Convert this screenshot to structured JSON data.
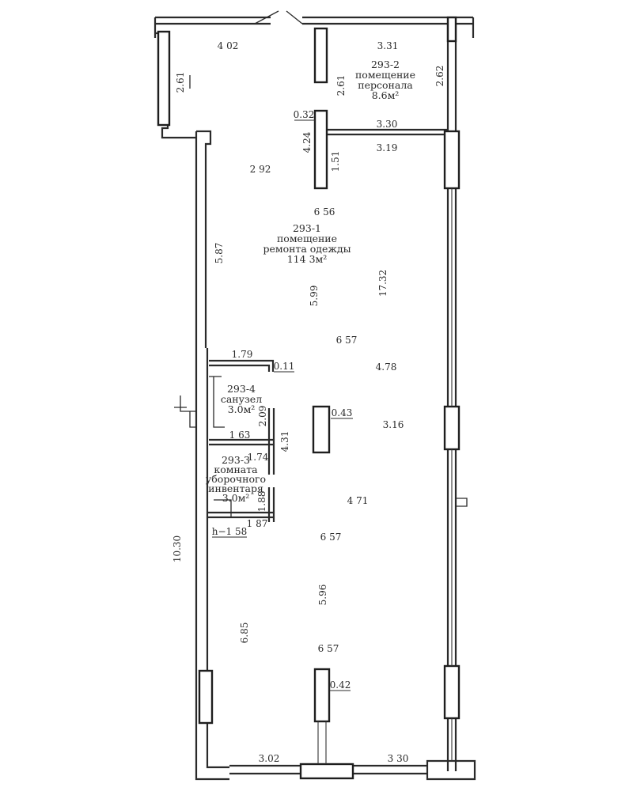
{
  "rooms": {
    "r2": {
      "id": "293-2",
      "name1": "помещение",
      "name2": "персонала",
      "area": "8.6м²"
    },
    "r1": {
      "id": "293-1",
      "name1": "помещение",
      "name2": "ремонта одежды",
      "area": "114 3м²"
    },
    "r4": {
      "id": "293-4",
      "name1": "санузел",
      "area": "3.0м²"
    },
    "r3": {
      "id": "293-3",
      "name1": "комната",
      "name2": "уборочного",
      "name3": "инвентаря",
      "area": "3.0м²"
    }
  },
  "dims": {
    "d402": "4 02",
    "d331": "3.31",
    "d261a": "2.61",
    "d261b": "2.61",
    "d262": "2.62",
    "d032": "0.32",
    "d330a": "3.30",
    "d424": "4.24",
    "d151": "1.51",
    "d319": "3.19",
    "d292": "2 92",
    "d656": "6 56",
    "d587": "5.87",
    "d599": "5.99",
    "d1732": "17.32",
    "d657a": "6 57",
    "d179": "1.79",
    "d011": "0.11",
    "d478": "4.78",
    "d209": "2.09",
    "d043": "0.43",
    "d316": "3.16",
    "d163": "1 63",
    "d431": "4.31",
    "d174": "1.74",
    "d188": "1.88",
    "d471": "4 71",
    "h158": "h−1 58",
    "d187": "1 87",
    "d657b": "6 57",
    "d1030": "10.30",
    "d596": "5.96",
    "d685": "6.85",
    "d657c": "6 57",
    "d042": "0.42",
    "d302": "3.02",
    "d330b": "3 30"
  }
}
